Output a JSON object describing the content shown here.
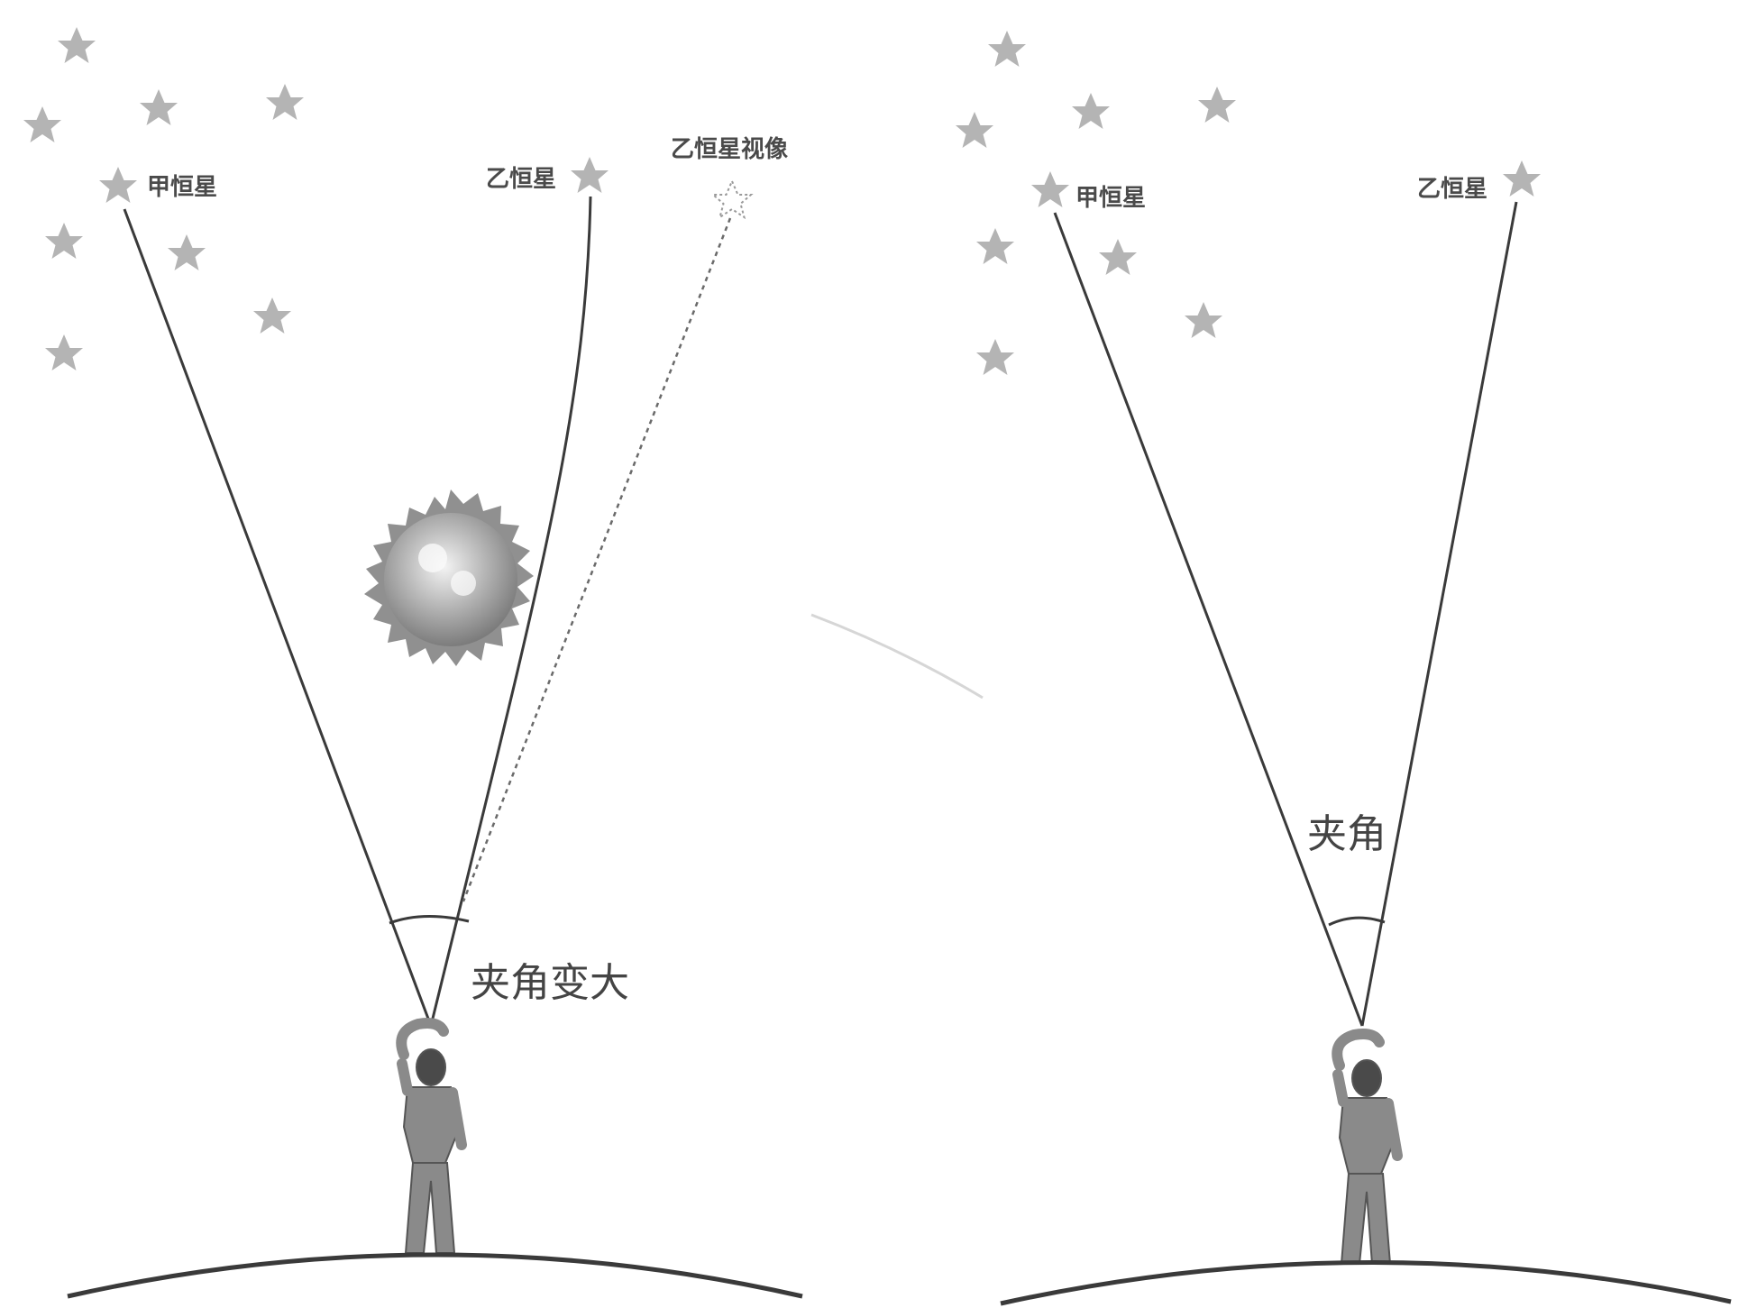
{
  "diagram": {
    "left_panel": {
      "star_a_label": "甲恒星",
      "star_b_label": "乙恒星",
      "star_b_image_label": "乙恒星视像",
      "angle_label": "夹角变大"
    },
    "right_panel": {
      "star_a_label": "甲恒星",
      "star_b_label": "乙恒星",
      "angle_label": "夹角"
    }
  },
  "colors": {
    "line": "#3a3a3a",
    "star": "#b4b4b4",
    "sun": "#9a9a9a",
    "person": "#8a8a8a"
  },
  "icons": [
    "star-icon",
    "sun-icon",
    "observer-figure-icon"
  ]
}
